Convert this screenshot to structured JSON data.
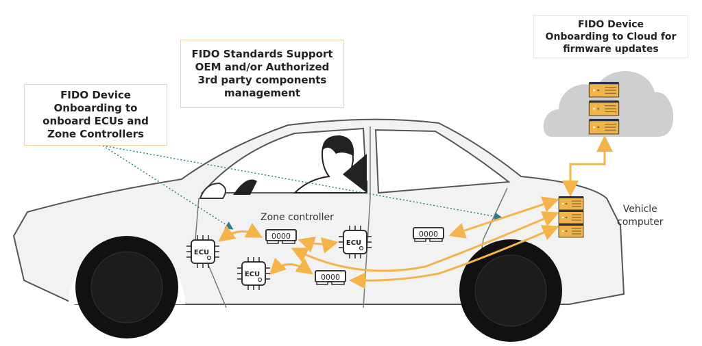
{
  "callouts": {
    "ecu_onboarding": [
      "FIDO Device",
      "Onboarding to",
      "onboard ECUs and",
      "Zone Controllers"
    ],
    "standards_support": [
      "FIDO Standards Support",
      "OEM and/or Authorized",
      "3rd party components",
      "management"
    ],
    "cloud_onboarding": [
      "FIDO Device",
      "Onboarding to Cloud for",
      "firmware updates"
    ]
  },
  "labels": {
    "zone_controller": "Zone controller",
    "vehicle_computer": [
      "Vehicle",
      "computer"
    ],
    "ecu": "ECU",
    "memory": "0000"
  },
  "colors": {
    "accent": "#f5b44a",
    "server": "#f0b44c",
    "server_top": "#26324a",
    "dotted_line": "#2e7d8a",
    "car_body": "#f2f2f2",
    "cloud": "#cfcfcf"
  }
}
